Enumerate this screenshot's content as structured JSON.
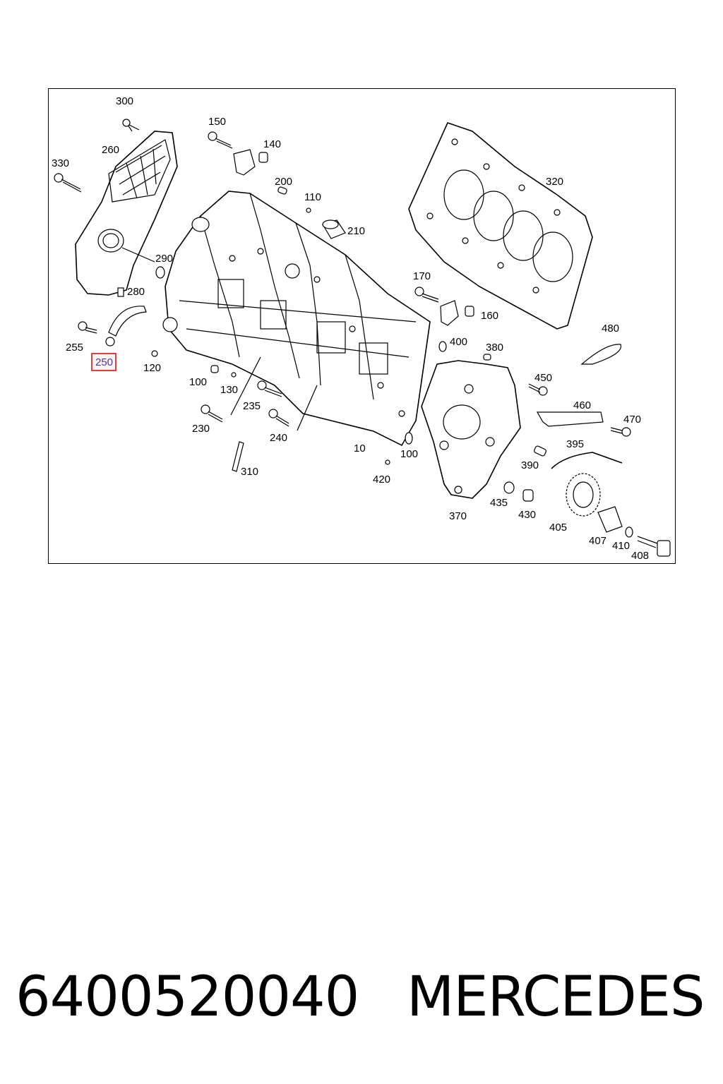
{
  "diagram": {
    "highlighted_callout": "250",
    "callouts": [
      "300",
      "150",
      "140",
      "330",
      "260",
      "200",
      "110",
      "320",
      "210",
      "290",
      "170",
      "280",
      "160",
      "255",
      "250",
      "120",
      "400",
      "380",
      "480",
      "100",
      "130",
      "235",
      "450",
      "230",
      "460",
      "470",
      "240",
      "10",
      "100",
      "395",
      "310",
      "390",
      "420",
      "370",
      "435",
      "430",
      "405",
      "407",
      "410",
      "408"
    ]
  },
  "footer": {
    "part_number": "6400520040",
    "brand": "MERCEDES"
  }
}
